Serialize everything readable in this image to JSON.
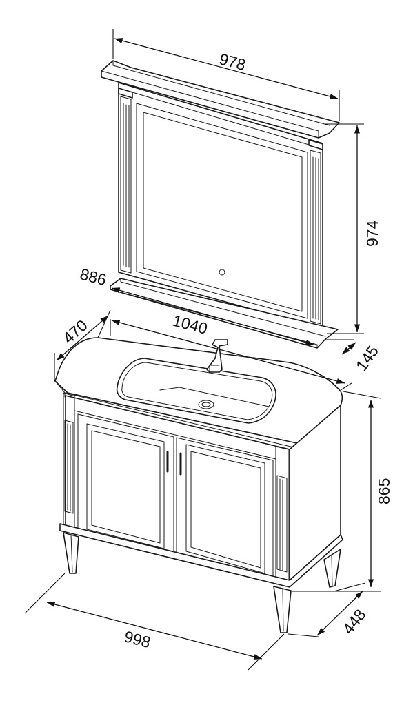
{
  "dimensions": {
    "mirror_width": "978",
    "mirror_height": "974",
    "shelf_width": "886",
    "shelf_depth": "145",
    "top_width": "1040",
    "top_depth": "470",
    "cabinet_height": "865",
    "cabinet_width": "998",
    "cabinet_depth": "448"
  }
}
